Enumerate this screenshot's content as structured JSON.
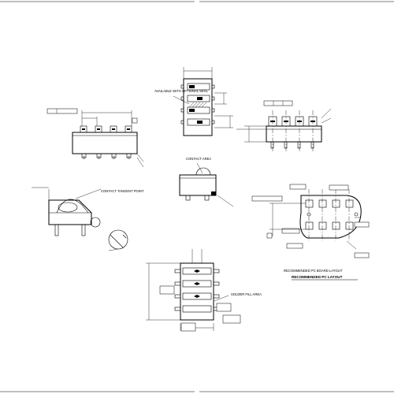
{
  "views": {
    "cover_note": "AVAILABLE WITH OPTIONAL SEAL",
    "contact_area": "CONTACT AREA",
    "contact_tangent": "CONTACT TANGENT POINT",
    "solder_fill_area": "SOLDER FILL AREA"
  },
  "pcb": {
    "note": "RECOMMENDED PC BOARD LAYOUT",
    "caption": "RECOMMENDED PC LAYOUT"
  }
}
